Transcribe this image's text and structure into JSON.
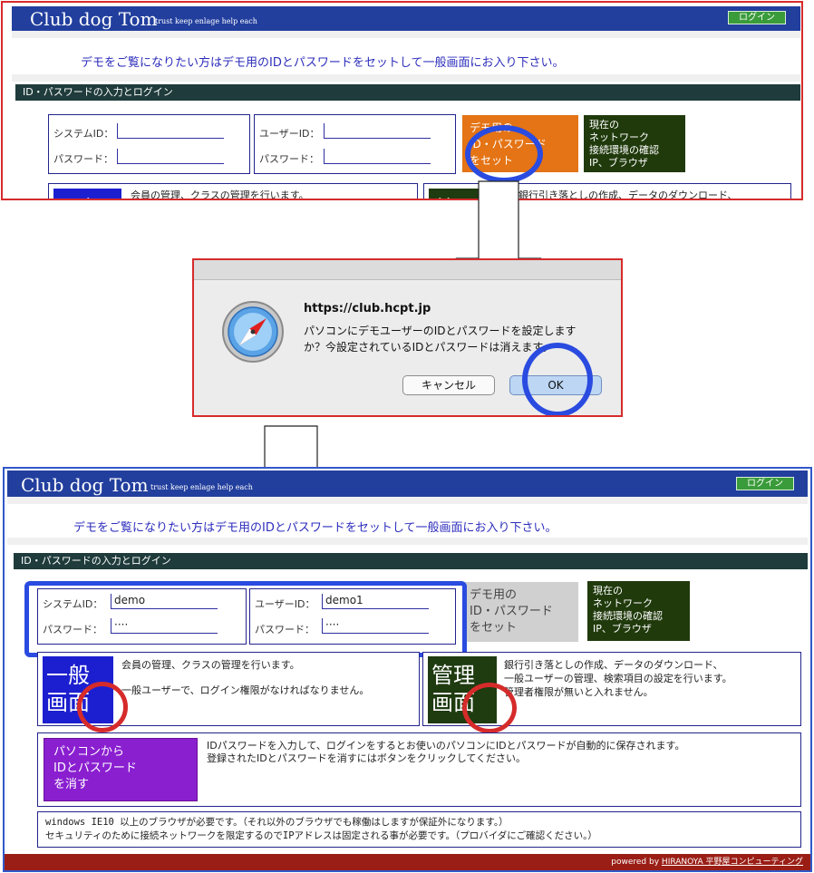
{
  "app": {
    "title": "Club dog Tom",
    "tagline": "trust keep enlage help each",
    "login_label": "ログイン",
    "notice": "デモをご覧になりたい方はデモ用のIDとパスワードをセットして一般画面にお入り下さい。",
    "section_title": "ID・パスワードの入力とログイン"
  },
  "form": {
    "system_id_label": "システムID：",
    "user_id_label": "ユーザーID：",
    "password_label": "パスワード：",
    "system_id_value": "demo",
    "user_id_value": "demo1",
    "password_mask": "····"
  },
  "demo_button": {
    "line1": "デモ用の",
    "line2": "ID・パスワード",
    "line3": "をセット"
  },
  "network_button": {
    "line1": "現在の",
    "line2": "ネットワーク",
    "line3": "接続環境の確認",
    "line4": "IP、ブラウザ"
  },
  "general_panel": {
    "label_line1": "一般",
    "label_line2": "画面",
    "desc1": "会員の管理、クラスの管理を行います。",
    "desc2": "一般ユーザーで、ログイン権限がなければなりません。"
  },
  "admin_panel": {
    "label_line1": "管理",
    "label_line2": "画面",
    "desc1": "銀行引き落としの作成、データのダウンロード、",
    "desc2": "一般ユーザーの管理、検索項目の設定を行います。",
    "desc3": "管理者権限が無いと入れません。"
  },
  "clear_panel": {
    "btn_line1": "パソコンから",
    "btn_line2": "IDとパスワード",
    "btn_line3": "を消す",
    "desc1": "IDパスワードを入力して、ログインをするとお使いのパソコンにIDとパスワードが自動的に保存されます。",
    "desc2": "登録されたIDとパスワードを消すにはボタンをクリックしてください。"
  },
  "requirements": {
    "line1": "windows IE10 以上のブラウザが必要です。（それ以外のブラウザでも稼働はしますが保証外になります。）",
    "line2": "セキュリティのために接続ネットワークを限定するのでIPアドレスは固定される事が必要です。（プロバイダにご確認ください。）"
  },
  "footer": {
    "powered": "powered by",
    "company": "HIRANOYA 平野屋コンピューティング"
  },
  "dialog": {
    "host": "https://club.hcpt.jp",
    "message_line1": "パソコンにデモユーザーのIDとパスワードを設定します",
    "message_line2": "か？今設定されているIDとパスワードは消えます。",
    "cancel_label": "キャンセル",
    "ok_label": "OK"
  },
  "colors": {
    "header_blue": "#223f9e",
    "orange": "#e47415",
    "dark_green": "#203a0c",
    "purple": "#8a1fd0",
    "footer_red": "#9a1e16",
    "highlight_blue": "#2a4be0",
    "highlight_red": "#d62b2b"
  }
}
